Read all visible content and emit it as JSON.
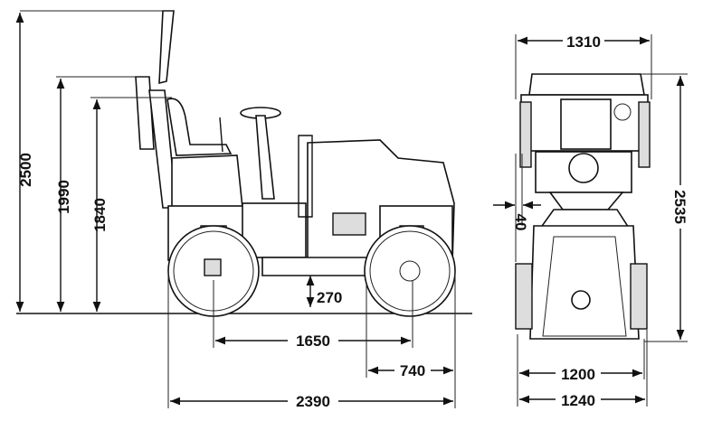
{
  "side_view": {
    "dimensions": {
      "overall_height": "2500",
      "seat_height_1990": "1990",
      "height_1840": "1840",
      "ground_clearance": "270",
      "wheelbase": "1650",
      "drum_overhang": "740",
      "overall_length": "2390"
    }
  },
  "front_view": {
    "dimensions": {
      "top_width": "1310",
      "overall_height": "2535",
      "side_offset": "40",
      "drum_width": "1200",
      "overall_width": "1240"
    }
  }
}
